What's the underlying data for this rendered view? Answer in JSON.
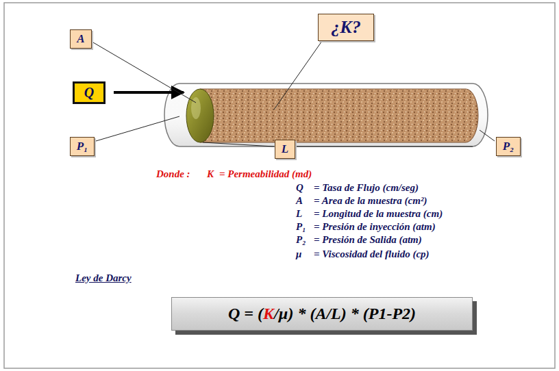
{
  "diagram": {
    "nodes": [
      {
        "text": [
          "A"
        ]
      },
      {
        "text": [
          "¿K?"
        ]
      },
      {
        "text": [
          "Q"
        ]
      },
      {
        "text": [
          "P₁"
        ]
      },
      {
        "text": [
          "L"
        ]
      },
      {
        "text": [
          "P₂"
        ]
      },
      {
        "text": [
          "Q = (",
          "K",
          "/µ) * (A/L) * (P1-P2)"
        ]
      }
    ],
    "labels": [
      "Donde :",
      "K",
      "= Permeabilidad (md)",
      "Q",
      "= Tasa de Flujo (cm/seg)",
      "A",
      "= Area de la muestra (cm²)",
      "L",
      "= Longitud de la muestra (cm)",
      "P₁",
      "= Presión de inyección (atm)",
      "P₂",
      "= Presión de Salida (atm)",
      "μ",
      "= Viscosidad del fluido (cp)",
      "Ley de Darcy"
    ]
  }
}
